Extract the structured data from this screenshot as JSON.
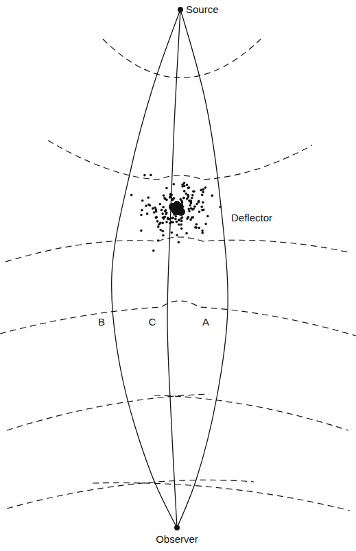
{
  "diagram": {
    "labels": [
      "Source",
      "Deflector",
      "B",
      "C",
      "A",
      "Observer"
    ]
  }
}
